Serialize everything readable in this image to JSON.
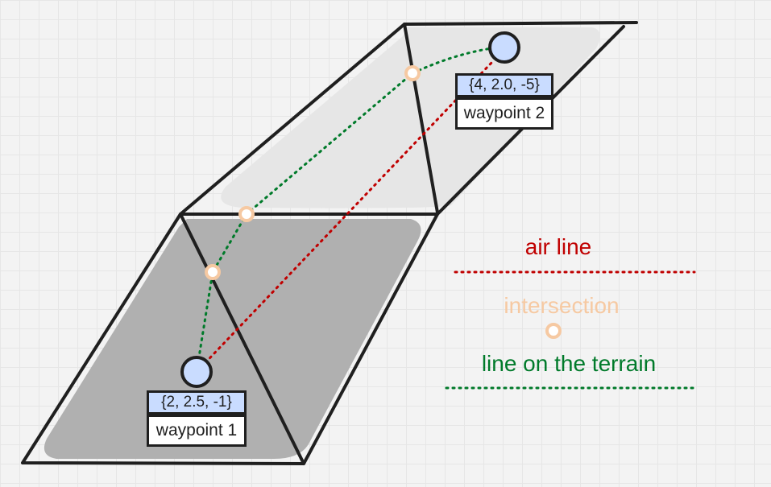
{
  "colors": {
    "air_line": "#c00000",
    "terrain_line": "#007a2a",
    "intersection": "#f6c9a2",
    "waypoint_fill": "#c9dcff",
    "dark_face": "#b0b0b0",
    "light_face": "#e6e6e6",
    "outline": "#1f1f1f"
  },
  "waypoints": [
    {
      "coords": "{2, 2.5, -1}",
      "name": "waypoint 1"
    },
    {
      "coords": "{4, 2.0, -5}",
      "name": "waypoint 2"
    }
  ],
  "legend": {
    "air_line": "air line",
    "intersection": "intersection",
    "terrain_line": "line on the terrain"
  }
}
